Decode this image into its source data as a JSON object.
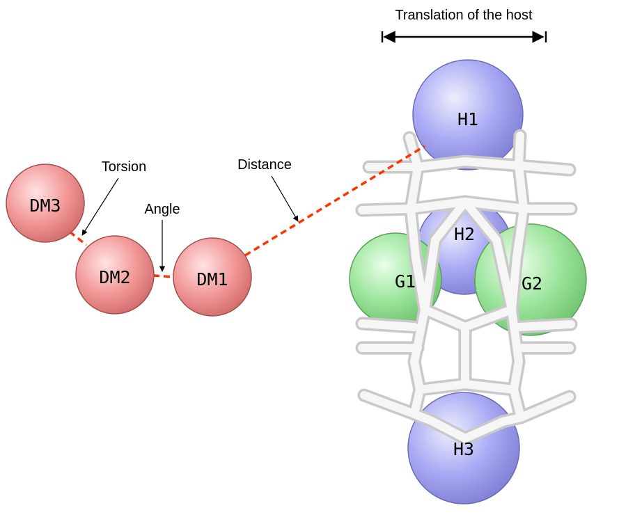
{
  "annotations": {
    "translation": "Translation of the host",
    "torsion": "Torsion",
    "angle": "Angle",
    "distance": "Distance"
  },
  "beads": {
    "dm1": "DM1",
    "dm2": "DM2",
    "dm3": "DM3",
    "h1": "H1",
    "h2": "H2",
    "h3": "H3",
    "g1": "G1",
    "g2": "G2"
  },
  "colors": {
    "dummy_bead": "#f08a8a",
    "host_bead": "#9b9bf0",
    "guest_bead": "#8ee08e",
    "restraint": "#ff3300",
    "host_sticks": "#e6e6e6"
  }
}
